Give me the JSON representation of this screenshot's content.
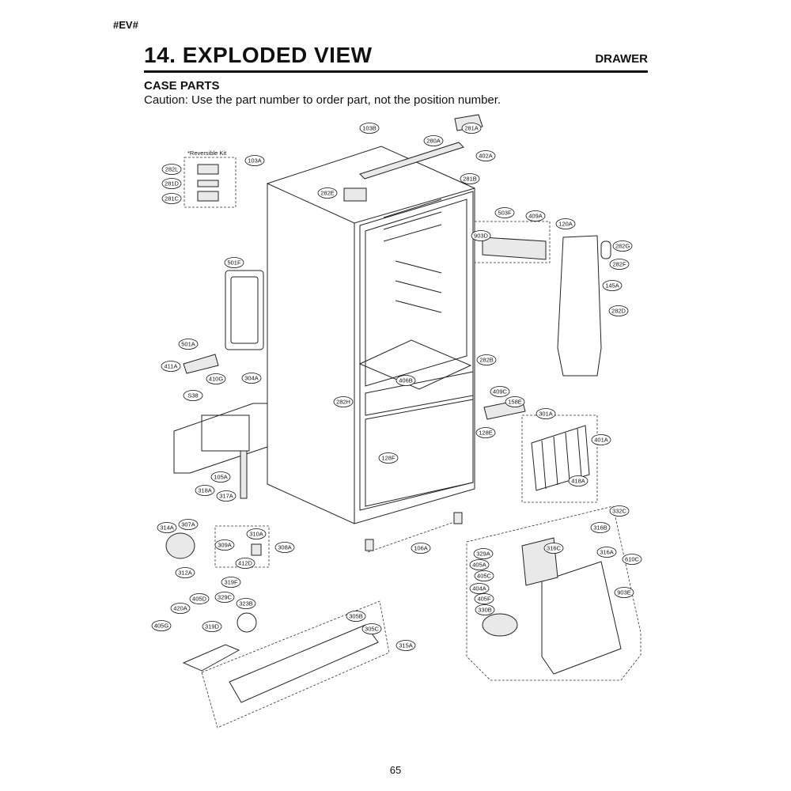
{
  "header": {
    "tag": "#EV#",
    "title": "14. EXPLODED VIEW",
    "section": "DRAWER",
    "subheading": "CASE PARTS",
    "caution": "Caution: Use the part number to order part, not the position number."
  },
  "diagram": {
    "kit_note": "*Reversible Kit",
    "part_labels": [
      "103B",
      "281A",
      "280A",
      "402A",
      "281B",
      "282L",
      "103A",
      "281D",
      "281C",
      "282E",
      "503F",
      "409A",
      "903D",
      "120A",
      "282G",
      "282F",
      "145A",
      "282D",
      "501F",
      "501A",
      "411A",
      "410G",
      "S38",
      "304A",
      "406B",
      "282B",
      "282H",
      "409C",
      "158E",
      "301A",
      "128E",
      "401A",
      "128F",
      "418A",
      "105A",
      "318A",
      "317A",
      "314A",
      "307A",
      "310A",
      "309A",
      "308A",
      "412D",
      "312A",
      "319F",
      "106A",
      "332C",
      "316B",
      "316C",
      "329A",
      "405A",
      "316A",
      "610C",
      "405C",
      "404A",
      "903E",
      "405F",
      "330B",
      "420A",
      "405D",
      "329C",
      "323B",
      "405G",
      "319D",
      "305B",
      "305C",
      "315A"
    ]
  },
  "footer": {
    "page_number": "65"
  }
}
